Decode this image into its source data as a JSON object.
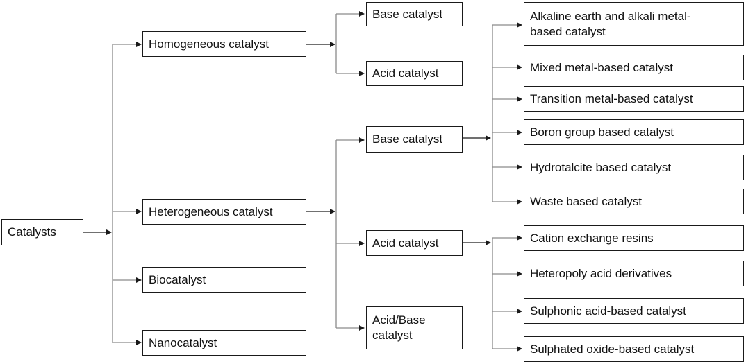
{
  "nodes": {
    "root": "Catalysts",
    "homogeneous": "Homogeneous catalyst",
    "heterogeneous": "Heterogeneous catalyst",
    "biocatalyst": "Biocatalyst",
    "nanocatalyst": "Nanocatalyst",
    "homo_base": "Base catalyst",
    "homo_acid": "Acid catalyst",
    "hetero_base": "Base catalyst",
    "hetero_acid": "Acid catalyst",
    "hetero_acid_base": "Acid/Base\ncatalyst",
    "alkaline_earth": "Alkaline earth and alkali metal-\nbased catalyst",
    "mixed_metal": "Mixed metal-based catalyst",
    "transition_metal": "Transition metal-based catalyst",
    "boron_group": "Boron group based catalyst",
    "hydrotalcite": "Hydrotalcite based catalyst",
    "waste_based": "Waste based catalyst",
    "cation_exchange": "Cation exchange resins",
    "heteropoly": "Heteropoly acid derivatives",
    "sulphonic": "Sulphonic acid-based catalyst",
    "sulphated": "Sulphated oxide-based catalyst"
  }
}
